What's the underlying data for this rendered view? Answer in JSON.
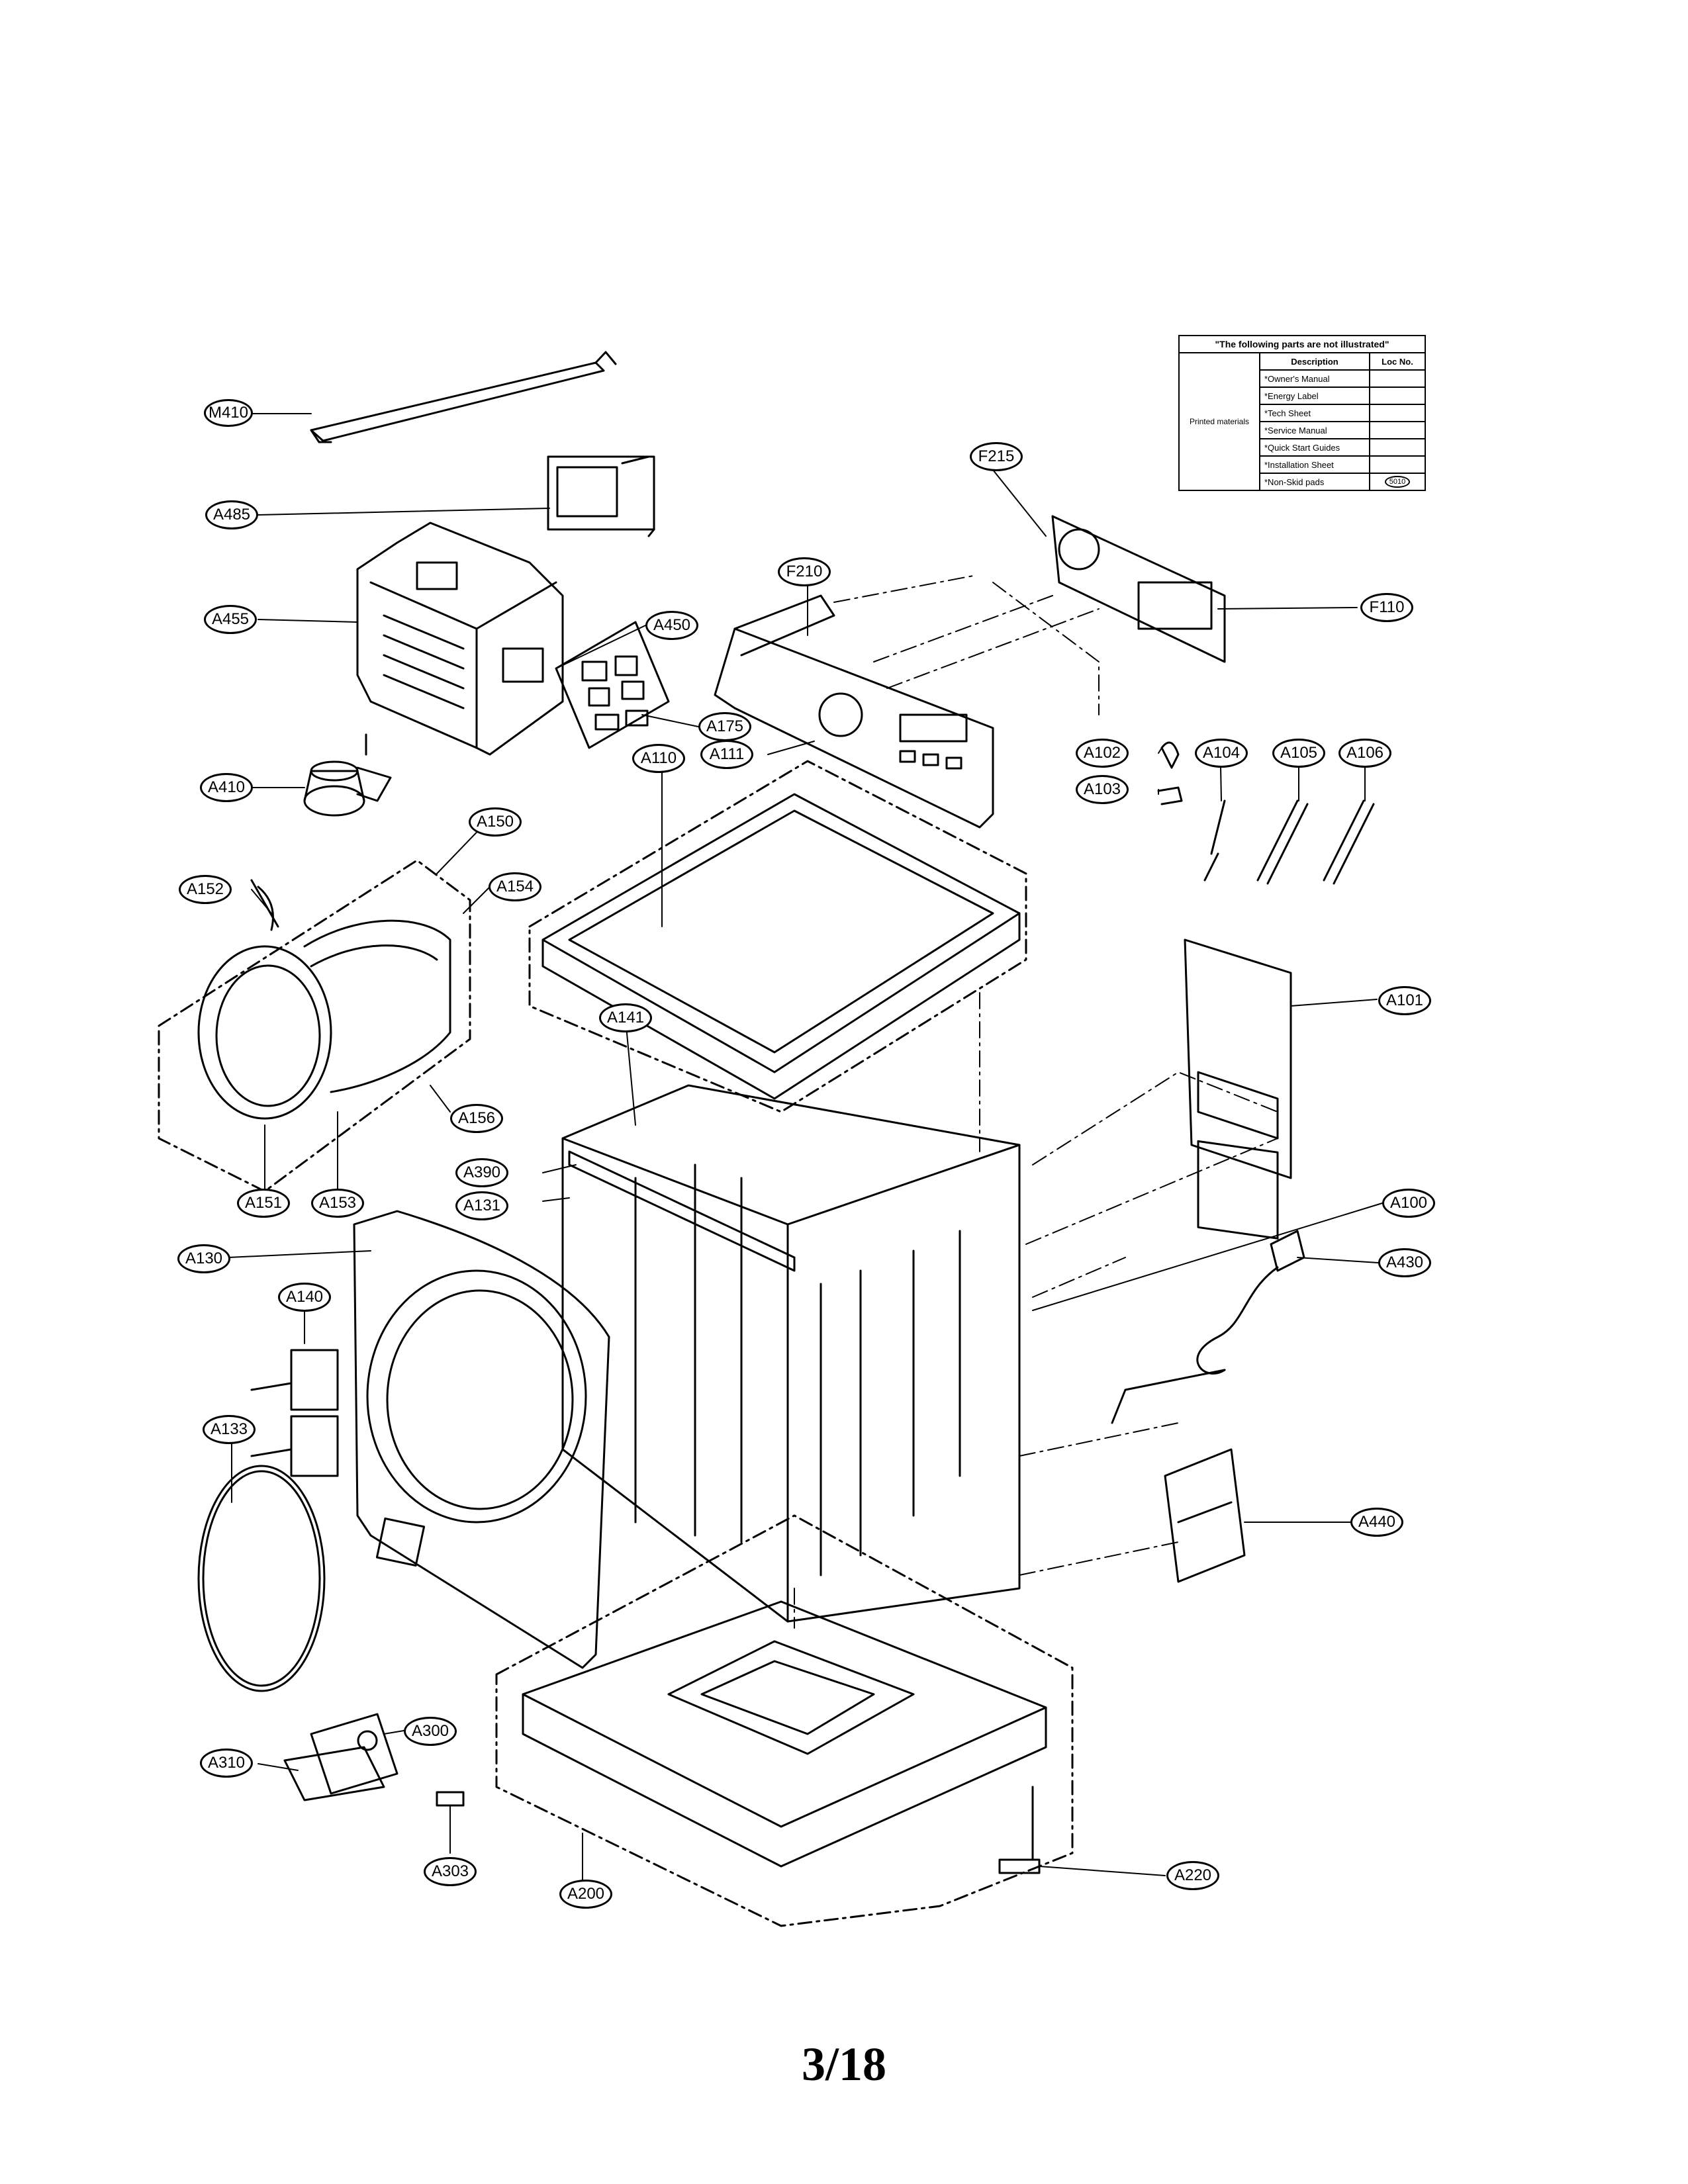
{
  "diagram": {
    "callouts": [
      {
        "id": "M410"
      },
      {
        "id": "A485"
      },
      {
        "id": "A455"
      },
      {
        "id": "A450"
      },
      {
        "id": "A175"
      },
      {
        "id": "A410"
      },
      {
        "id": "A150"
      },
      {
        "id": "A152"
      },
      {
        "id": "A154"
      },
      {
        "id": "A156"
      },
      {
        "id": "A151"
      },
      {
        "id": "A153"
      },
      {
        "id": "A130"
      },
      {
        "id": "A140"
      },
      {
        "id": "A133"
      },
      {
        "id": "A310"
      },
      {
        "id": "A300"
      },
      {
        "id": "A303"
      },
      {
        "id": "A200"
      },
      {
        "id": "A220"
      },
      {
        "id": "A390"
      },
      {
        "id": "A131"
      },
      {
        "id": "A141"
      },
      {
        "id": "A110"
      },
      {
        "id": "A111"
      },
      {
        "id": "F210"
      },
      {
        "id": "F215"
      },
      {
        "id": "F110"
      },
      {
        "id": "A102"
      },
      {
        "id": "A103"
      },
      {
        "id": "A104"
      },
      {
        "id": "A105"
      },
      {
        "id": "A106"
      },
      {
        "id": "A101"
      },
      {
        "id": "A100"
      },
      {
        "id": "A430"
      },
      {
        "id": "A440"
      }
    ]
  },
  "not_illustrated_table": {
    "title": "\"The following parts are not illustrated\"",
    "col_description": "Description",
    "col_loc": "Loc No.",
    "category": "Printed materials",
    "rows": [
      {
        "description": "*Owner's Manual",
        "loc": ""
      },
      {
        "description": "*Energy Label",
        "loc": ""
      },
      {
        "description": "*Tech Sheet",
        "loc": ""
      },
      {
        "description": "*Service Manual",
        "loc": ""
      },
      {
        "description": "*Quick Start Guides",
        "loc": ""
      },
      {
        "description": "*Installation Sheet",
        "loc": ""
      },
      {
        "description": "*Non-Skid pads",
        "loc": "5010"
      }
    ]
  },
  "page_number": "3/18"
}
